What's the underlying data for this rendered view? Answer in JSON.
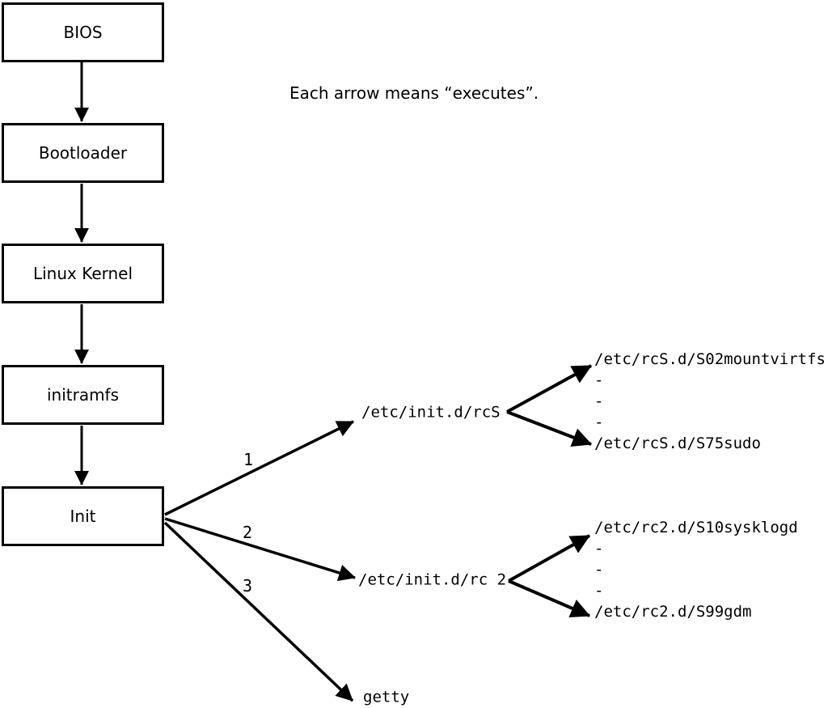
{
  "annotation": "Each arrow means “executes”.",
  "nodes": [
    {
      "label": "BIOS"
    },
    {
      "label": "Bootloader"
    },
    {
      "label": "Linux Kernel"
    },
    {
      "label": "initramfs"
    },
    {
      "label": "Init"
    }
  ],
  "branches": [
    {
      "number": "1",
      "target": "/etc/init.d/rcS"
    },
    {
      "number": "2",
      "target": "/etc/init.d/rc 2"
    },
    {
      "number": "3",
      "target": "getty"
    }
  ],
  "script_groups": [
    {
      "lines": [
        "/etc/rcS.d/S02mountvirtfs",
        "-",
        "-",
        "-",
        "/etc/rcS.d/S75sudo"
      ]
    },
    {
      "lines": [
        "/etc/rc2.d/S10sysklogd",
        "-",
        "-",
        "-",
        "/etc/rc2.d/S99gdm"
      ]
    }
  ],
  "colors": {
    "ink": "#000000",
    "background": "#ffffff"
  }
}
